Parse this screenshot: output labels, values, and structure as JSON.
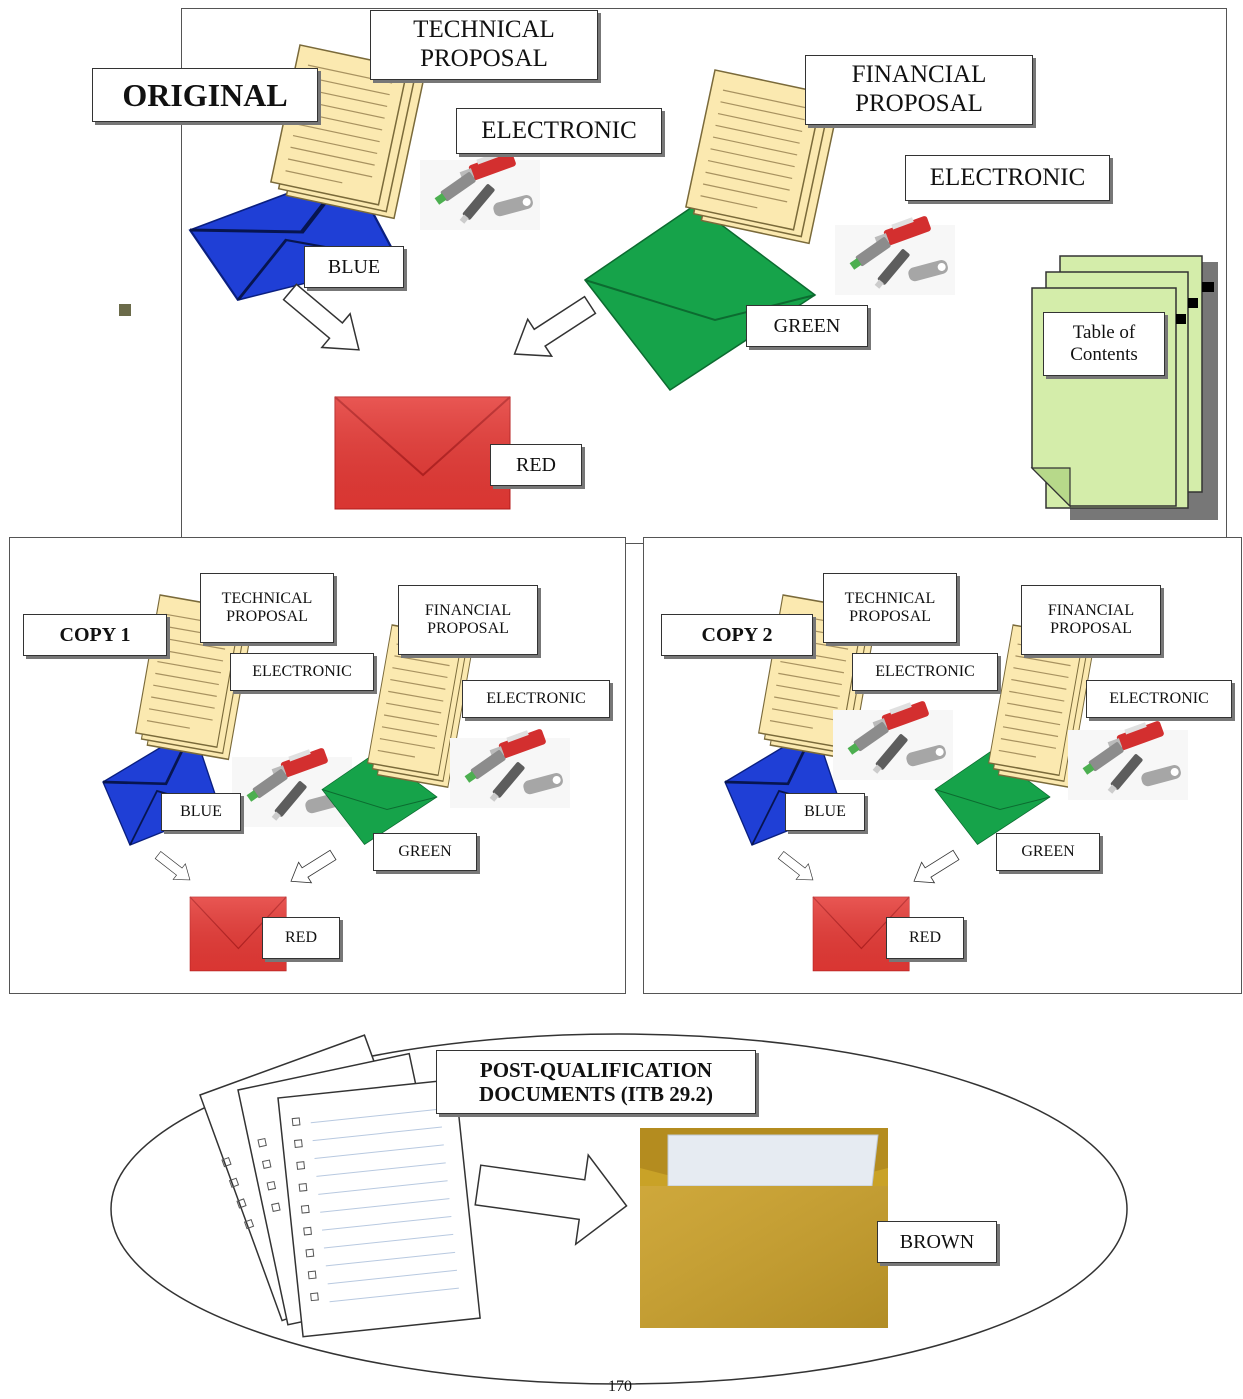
{
  "original": {
    "title": "ORIGINAL",
    "technical_proposal": "TECHNICAL\nPROPOSAL",
    "financial_proposal": "FINANCIAL\nPROPOSAL",
    "electronic_1": "ELECTRONIC",
    "electronic_2": "ELECTRONIC",
    "blue": "BLUE",
    "green": "GREEN",
    "red": "RED",
    "table_of_contents": "Table of\nContents"
  },
  "copy1": {
    "title": "COPY 1",
    "technical_proposal": "TECHNICAL\nPROPOSAL",
    "financial_proposal": "FINANCIAL\nPROPOSAL",
    "electronic_1": "ELECTRONIC",
    "electronic_2": "ELECTRONIC",
    "blue": "BLUE",
    "green": "GREEN",
    "red": "RED"
  },
  "copy2": {
    "title": "COPY 2",
    "technical_proposal": "TECHNICAL\nPROPOSAL",
    "financial_proposal": "FINANCIAL\nPROPOSAL",
    "electronic_1": "ELECTRONIC",
    "electronic_2": "ELECTRONIC",
    "blue": "BLUE",
    "green": "GREEN",
    "red": "RED"
  },
  "postqual": {
    "title": "POST-QUALIFICATION\nDOCUMENTS (ITB 29.2)",
    "brown": "BROWN"
  },
  "page_number": "170",
  "colors": {
    "blue_envelope": "#1f3fd6",
    "green_envelope": "#16a34a",
    "red_envelope": "#e53935",
    "brown_envelope": "#c9a227",
    "paper": "#fbe9b0",
    "toc_sheet": "#d4edaa"
  }
}
